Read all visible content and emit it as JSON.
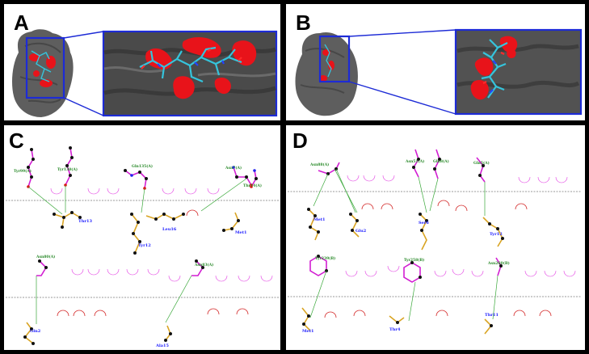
{
  "panels": {
    "A": {
      "label": "A"
    },
    "B": {
      "label": "B"
    },
    "C": {
      "label": "C",
      "ligand_top": [
        "Thr13",
        "Tyr12",
        "Leu16",
        "Met1"
      ],
      "ligand_bottom": [
        "Gln2",
        "Ala15"
      ],
      "bonded_top": [
        "Tyr99(A)",
        "Tyr130(A)",
        "Gln135(A)",
        "Asn7(A)",
        "Thr14(A)"
      ],
      "bonded_bottom": [
        "Asn80(A)",
        "Asn83(A)"
      ]
    },
    "D": {
      "label": "D",
      "ligand_top": [
        "Met1",
        "Glu2",
        "Ser6",
        "Tyr12"
      ],
      "ligand_bottom": [
        "Met1",
        "Thr4",
        "Thr11"
      ],
      "bonded_top": [
        "Asn88(A)",
        "Asn51(A)",
        "Gln8(A)",
        "Gln5(A)"
      ],
      "bonded_bottom": [
        "Tyr239(B)",
        "Tyr258(B)",
        "Asn260(B)"
      ]
    }
  },
  "colors": {
    "frame": "#000000",
    "zoom_box": "#1d2bd6",
    "surface": "#5e5e5e",
    "pocket": "#e8131a",
    "ligand": "#35c4dc",
    "hbond": "#3aa83a",
    "hydrophobic": "#d42b2b",
    "residue_label": "#1a1aff",
    "bonded_label": "#2a8a2a"
  }
}
